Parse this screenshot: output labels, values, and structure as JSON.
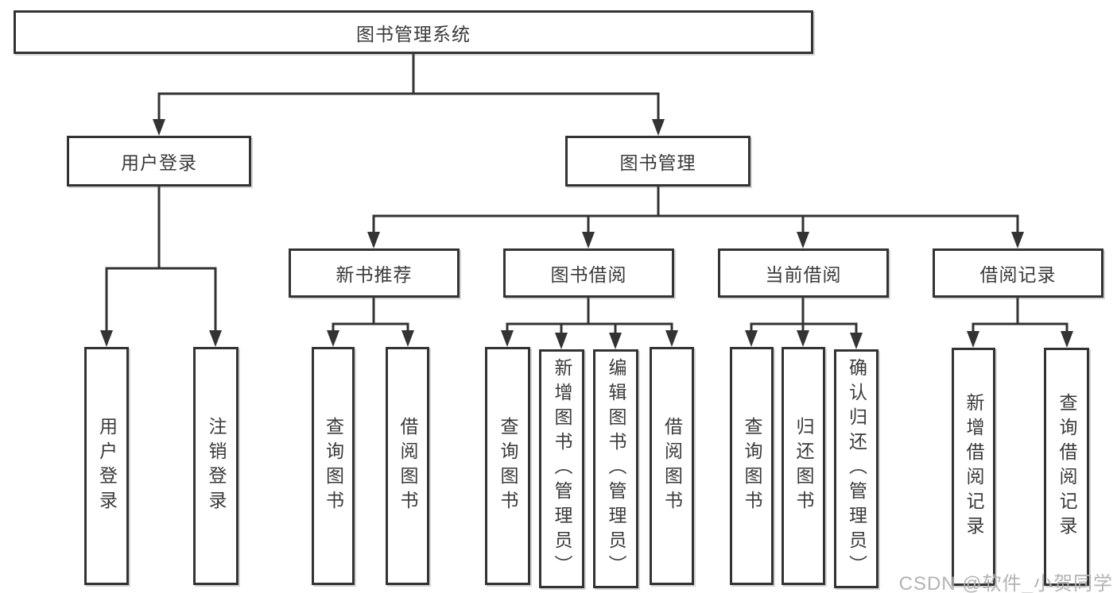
{
  "page": {
    "background": "#ffffff"
  },
  "style": {
    "line_color": "#333333",
    "text_color": "#3a3a3a",
    "box_background": "#ffffff"
  },
  "watermark": {
    "text": "CSDN @软件_小贺同学",
    "color": "#b3b3b3"
  },
  "tree": {
    "label": "图书管理系统",
    "children": [
      {
        "label": "用户登录",
        "children": [
          {
            "label": "用户登录"
          },
          {
            "label": "注销登录"
          }
        ]
      },
      {
        "label": "图书管理",
        "children": [
          {
            "label": "新书推荐",
            "children": [
              {
                "label": "查询图书"
              },
              {
                "label": "借阅图书"
              }
            ]
          },
          {
            "label": "图书借阅",
            "children": [
              {
                "label": "查询图书"
              },
              {
                "label": "新增图书（管理员）"
              },
              {
                "label": "编辑图书（管理员）"
              },
              {
                "label": "借阅图书"
              }
            ]
          },
          {
            "label": "当前借阅",
            "children": [
              {
                "label": "查询图书"
              },
              {
                "label": "归还图书"
              },
              {
                "label": "确认归还（管理员）"
              }
            ]
          },
          {
            "label": "借阅记录",
            "children": [
              {
                "label": "新增借阅记录"
              },
              {
                "label": "查询借阅记录"
              }
            ]
          }
        ]
      }
    ]
  }
}
